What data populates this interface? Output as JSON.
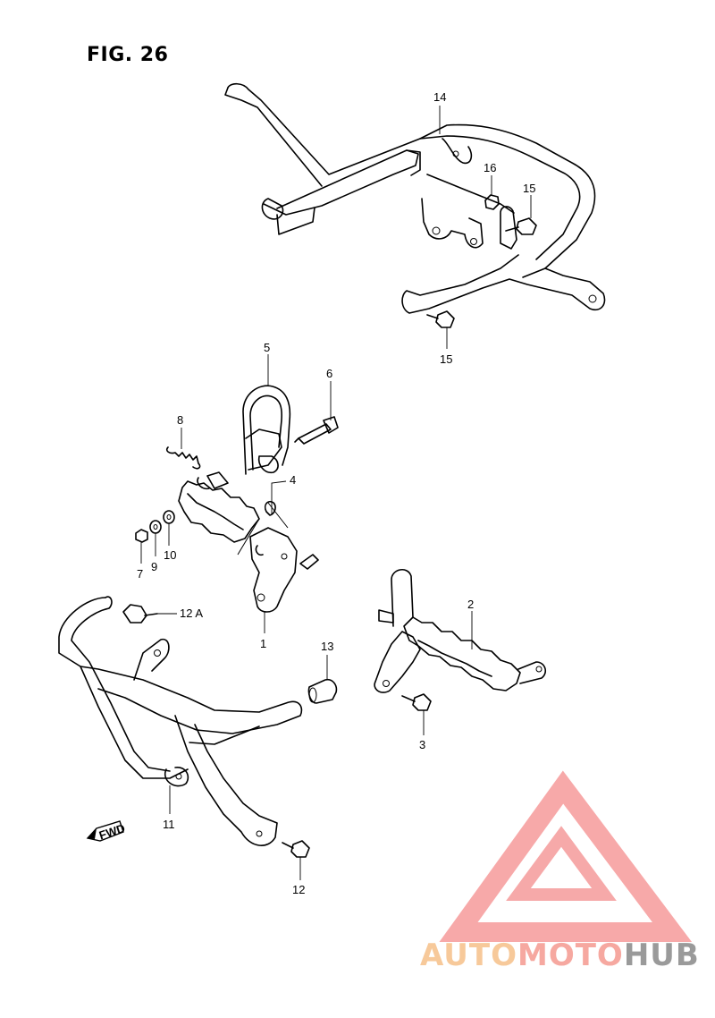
{
  "figure": {
    "title": "FIG. 26"
  },
  "callouts": {
    "p14": "14",
    "p16": "16",
    "p15a": "15",
    "p15b": "15",
    "p5": "5",
    "p6": "6",
    "p8": "8",
    "p4": "4",
    "p7": "7",
    "p9": "9",
    "p10": "10",
    "p1": "1",
    "p12a": "12 A",
    "p13": "13",
    "p2": "2",
    "p3": "3",
    "p11": "11",
    "p12": "12"
  },
  "fwd_marker": {
    "label": "FWD",
    "icon": "fwd-arrow-icon"
  },
  "watermark": {
    "part1": "AUTO",
    "part2": "MOTO",
    "part3": "HUB",
    "colors": {
      "auto": "#f7c99a",
      "moto": "#f6a8a0",
      "hub": "#9a9a9a",
      "logo": "#f6a0a0"
    }
  },
  "colors": {
    "line": "#000000",
    "background": "#ffffff"
  }
}
